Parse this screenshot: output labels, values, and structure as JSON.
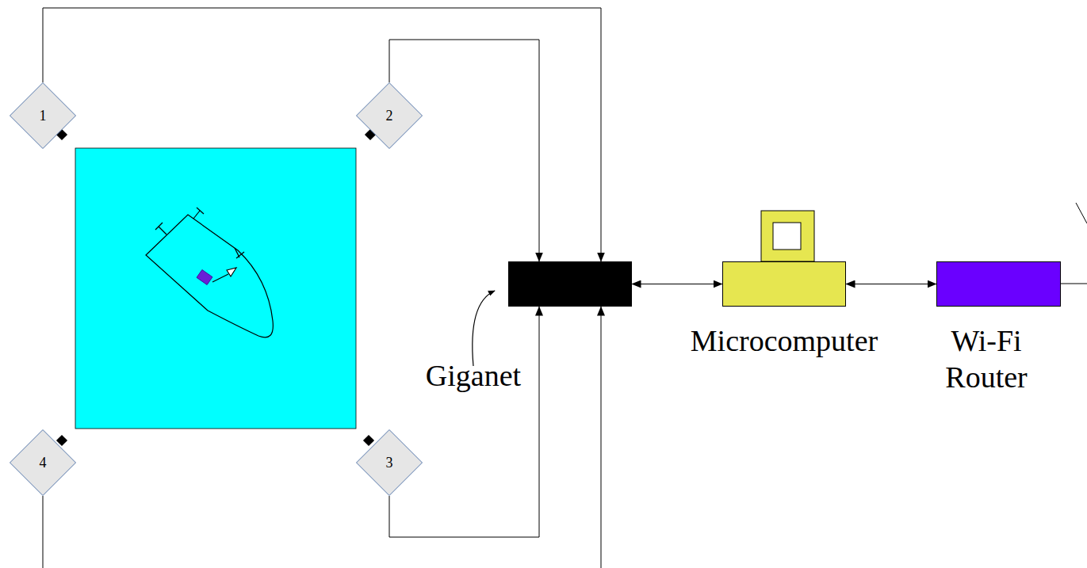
{
  "diagram": {
    "nodes": [
      {
        "text": [
          "1"
        ]
      },
      {
        "text": [
          "2"
        ]
      },
      {
        "text": [
          "3"
        ]
      },
      {
        "text": [
          "4"
        ]
      },
      {
        "text": [
          "Giganet"
        ]
      },
      {
        "text": [
          "Microcomputer"
        ]
      },
      {
        "text": [
          "Wi-Fi Router"
        ]
      }
    ],
    "edges": [
      {
        "from": 0,
        "to": 4,
        "arrow": "to"
      },
      {
        "from": 1,
        "to": 4,
        "arrow": "to"
      },
      {
        "from": 2,
        "to": 4,
        "arrow": "to"
      },
      {
        "from": 3,
        "to": 4,
        "arrow": "to"
      },
      {
        "from": 4,
        "to": 5,
        "arrow": "both"
      },
      {
        "from": 5,
        "to": 6,
        "arrow": "both"
      }
    ]
  }
}
